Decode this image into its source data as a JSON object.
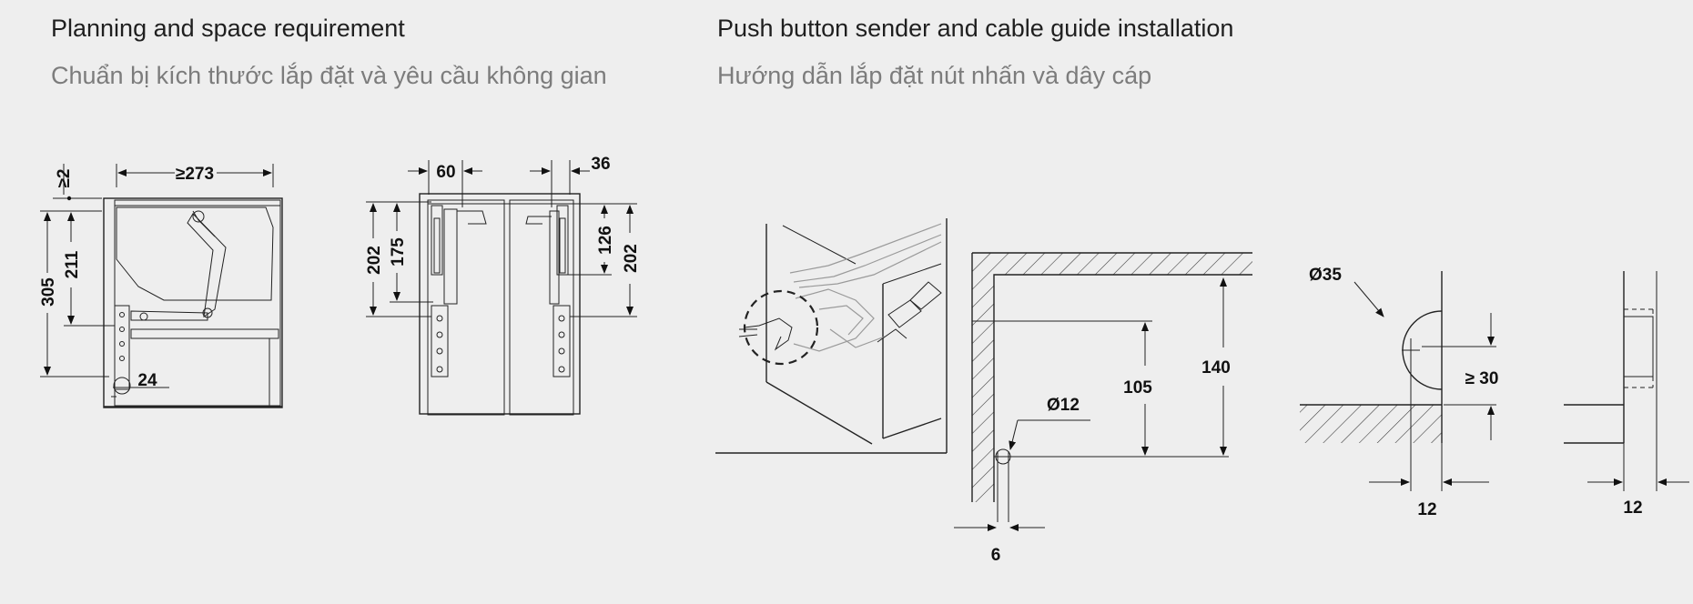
{
  "left_section": {
    "title": "Planning and space requirement",
    "subtitle": "Chuẩn bị kích thước lắp đặt và yêu cầu không gian"
  },
  "right_section": {
    "title": "Push button sender and cable guide installation",
    "subtitle": "Hướng dẫn lắp đặt nút nhấn và dây cáp"
  },
  "dimensions": {
    "side_view": {
      "gap_top": "≥2",
      "width": "≥273",
      "height_total": "305",
      "height_inner": "211",
      "bottom_offset": "24"
    },
    "front_view": {
      "left_offset": "60",
      "right_offset": "36",
      "left_height_outer": "202",
      "left_height_inner": "175",
      "right_height_inner": "126",
      "right_height_outer": "202"
    },
    "hole_detail": {
      "hole_diameter": "Ø12",
      "hole_height": "105",
      "top_height": "140",
      "edge_offset": "6"
    },
    "button_detail": {
      "button_diameter": "Ø35",
      "min_clearance": "≥ 30",
      "depth": "12"
    },
    "side_detail": {
      "depth": "12"
    }
  }
}
